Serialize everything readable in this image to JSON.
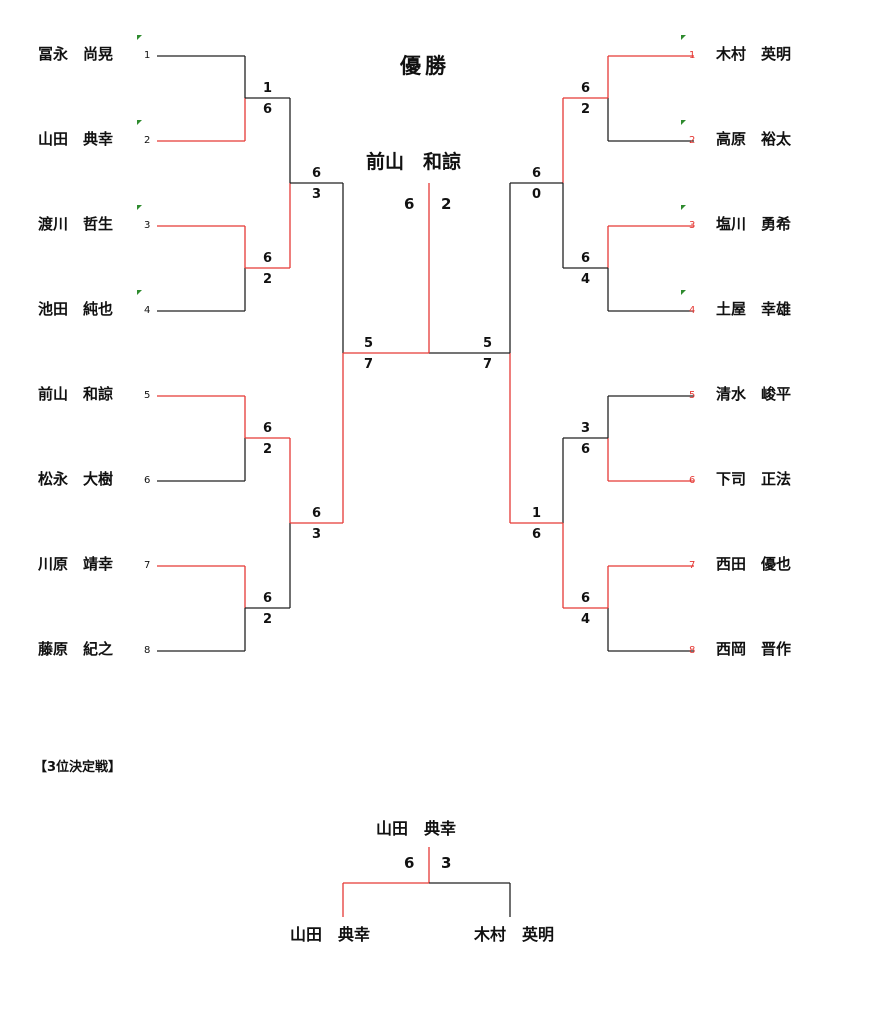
{
  "title": "優勝",
  "champion": {
    "name": "前山　和諒",
    "score_left": "6",
    "score_right": "2"
  },
  "left_players": [
    {
      "name": "冨永　尚晃",
      "seed": "1"
    },
    {
      "name": "山田　典幸",
      "seed": "2"
    },
    {
      "name": "渡川　哲生",
      "seed": "3"
    },
    {
      "name": "池田　純也",
      "seed": "4"
    },
    {
      "name": "前山　和諒",
      "seed": "5"
    },
    {
      "name": "松永　大樹",
      "seed": "6"
    },
    {
      "name": "川原　靖幸",
      "seed": "7"
    },
    {
      "name": "藤原　紀之",
      "seed": "8"
    }
  ],
  "right_players": [
    {
      "name": "木村　英明",
      "seed": "1"
    },
    {
      "name": "高原　裕太",
      "seed": "2"
    },
    {
      "name": "塩川　勇希",
      "seed": "3"
    },
    {
      "name": "土屋　幸雄",
      "seed": "4"
    },
    {
      "name": "清水　峻平",
      "seed": "5"
    },
    {
      "name": "下司　正法",
      "seed": "6"
    },
    {
      "name": "西田　優也",
      "seed": "7"
    },
    {
      "name": "西岡　晋作",
      "seed": "8"
    }
  ],
  "left_r1_scores": [
    [
      "1",
      "6"
    ],
    [
      "6",
      "2"
    ],
    [
      "6",
      "2"
    ],
    [
      "6",
      "2"
    ]
  ],
  "left_r2_scores": [
    [
      "6",
      "3"
    ],
    [
      "6",
      "3"
    ]
  ],
  "left_semi_score": [
    "5",
    "7"
  ],
  "right_r1_scores": [
    [
      "6",
      "2"
    ],
    [
      "6",
      "4"
    ],
    [
      "3",
      "6"
    ],
    [
      "6",
      "4"
    ]
  ],
  "right_r2_scores": [
    [
      "6",
      "0"
    ],
    [
      "1",
      "6"
    ]
  ],
  "right_semi_score": [
    "5",
    "7"
  ],
  "third_place": {
    "heading": "【3位決定戦】",
    "winner": "山田　典幸",
    "score_left": "6",
    "score_right": "3",
    "left_player": "山田　典幸",
    "right_player": "木村　英明"
  },
  "colors": {
    "win": "#e53935",
    "line": "#222222",
    "mark": "#2e8b2e"
  }
}
